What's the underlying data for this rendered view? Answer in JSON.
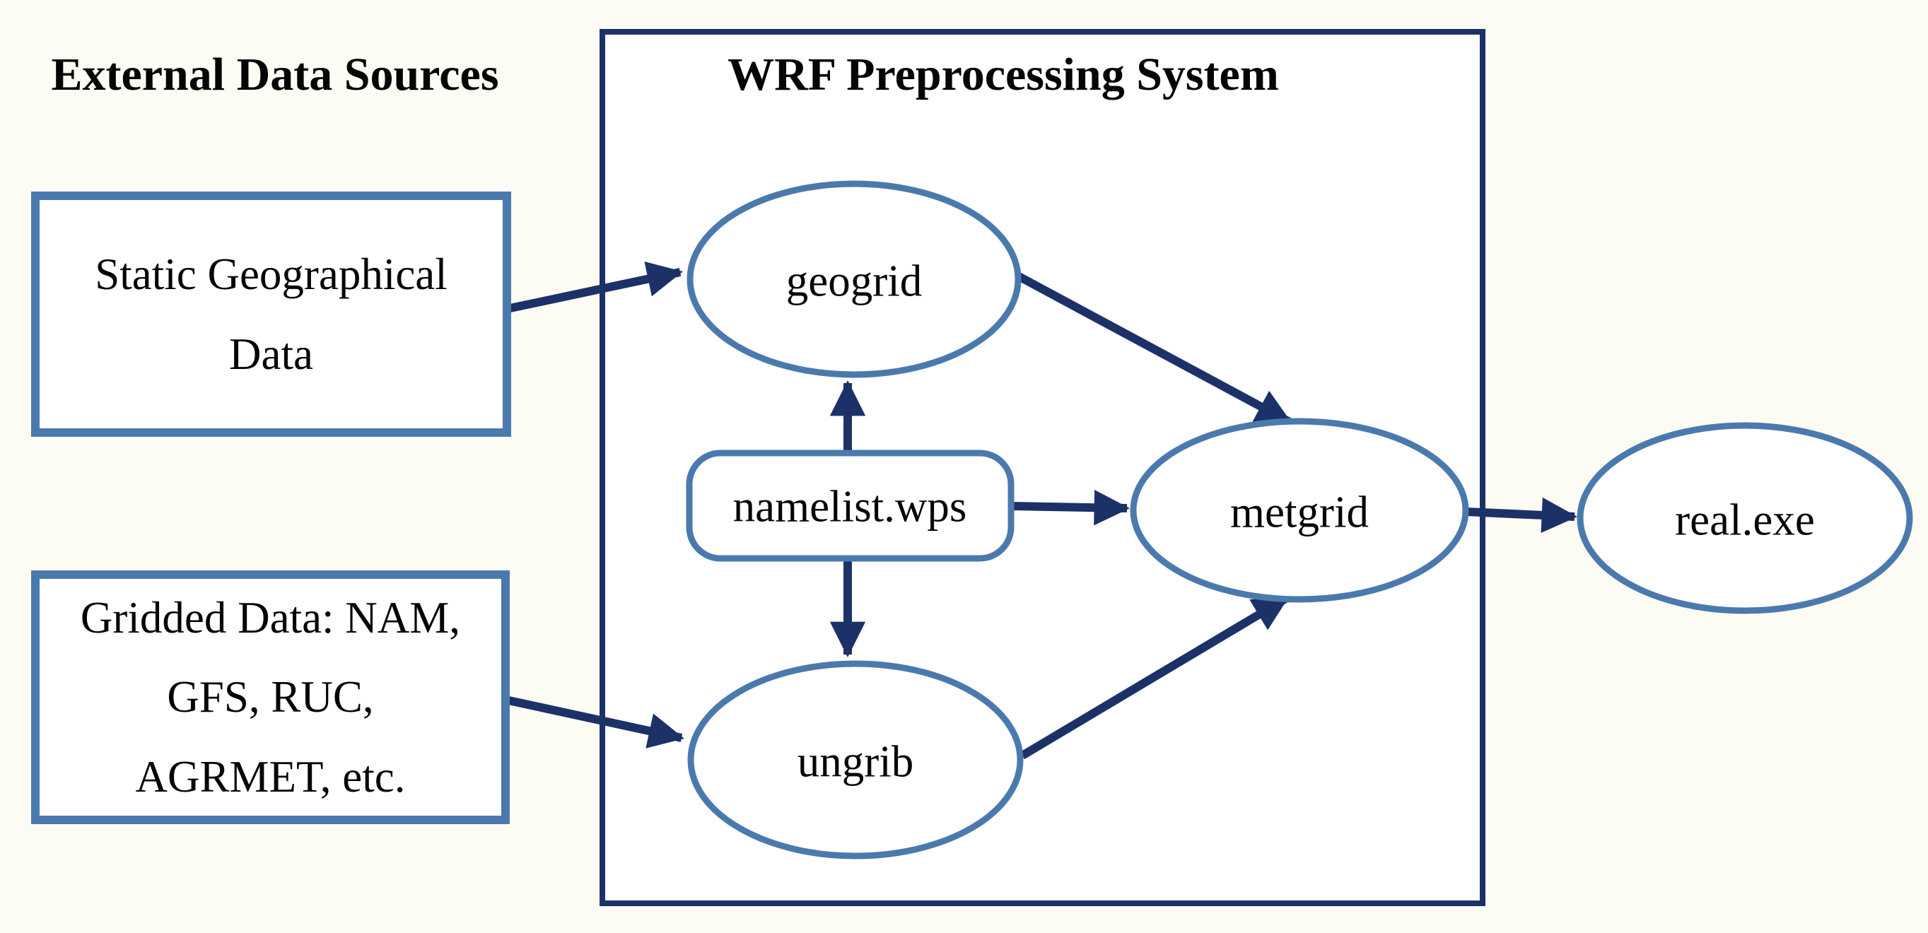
{
  "diagram": {
    "titles": {
      "external_sources": "External Data Sources",
      "wps": "WRF Preprocessing System"
    },
    "source_boxes": {
      "static_geographical": "Static Geographical\nData",
      "gridded_data": "Gridded Data: NAM,\nGFS, RUC,\nAGRMET, etc."
    },
    "nodes": {
      "geogrid": "geogrid",
      "ungrib": "ungrib",
      "namelist": "namelist.wps",
      "metgrid": "metgrid",
      "real_exe": "real.exe"
    },
    "edges": [
      {
        "from": "static-geographical-data",
        "to": "geogrid"
      },
      {
        "from": "gridded-data",
        "to": "ungrib"
      },
      {
        "from": "namelist.wps",
        "to": "geogrid"
      },
      {
        "from": "namelist.wps",
        "to": "ungrib"
      },
      {
        "from": "namelist.wps",
        "to": "metgrid"
      },
      {
        "from": "geogrid",
        "to": "metgrid"
      },
      {
        "from": "ungrib",
        "to": "metgrid"
      },
      {
        "from": "metgrid",
        "to": "real.exe"
      }
    ],
    "colors": {
      "navy": "#1c3167",
      "steel": "#4a7aad",
      "background": "#fdfcf4",
      "node_fill": "#ffffff",
      "text": "#050505"
    }
  }
}
